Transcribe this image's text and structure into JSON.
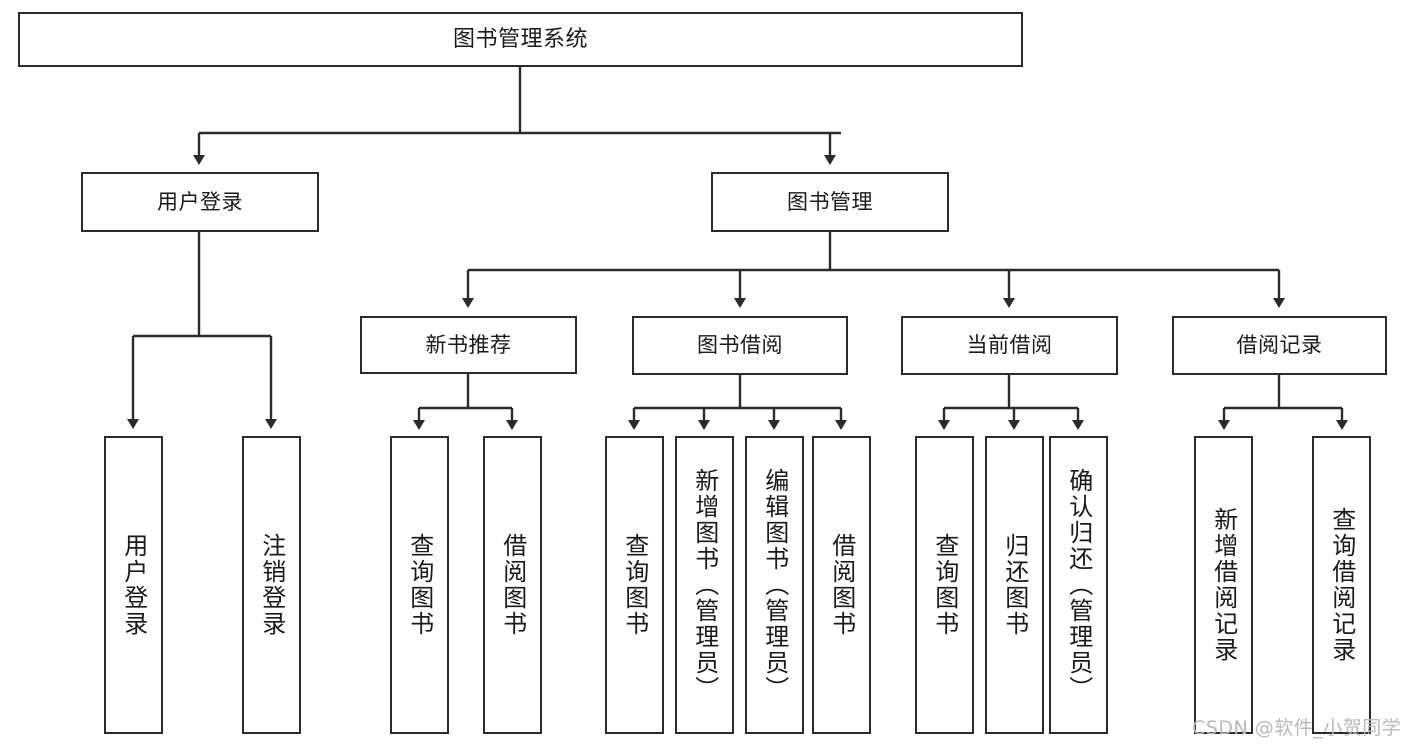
{
  "diagram": {
    "type": "tree-hierarchy",
    "title": "图书管理系统",
    "watermark": "CSDN @软件_小贺同学",
    "colors": {
      "box_border": "#2b2b2b",
      "box_fill": "#ffffff",
      "connector": "#2b2b2b",
      "text": "#1a1a1a",
      "watermark": "#b9b9b9",
      "background": "#ffffff"
    },
    "nodes": {
      "root": {
        "label": "图书管理系统"
      },
      "level1": [
        {
          "label": "用户登录"
        },
        {
          "label": "图书管理"
        }
      ],
      "level2": [
        {
          "label": "新书推荐"
        },
        {
          "label": "图书借阅"
        },
        {
          "label": "当前借阅"
        },
        {
          "label": "借阅记录"
        }
      ],
      "leaves": {
        "user_login": [
          {
            "label": "用户登录"
          },
          {
            "label": "注销登录"
          }
        ],
        "new_book_recommend": [
          {
            "label": "查询图书"
          },
          {
            "label": "借阅图书"
          }
        ],
        "book_borrow": [
          {
            "label": "查询图书"
          },
          {
            "label": "新增图书（管理员）"
          },
          {
            "label": "编辑图书（管理员）"
          },
          {
            "label": "借阅图书"
          }
        ],
        "current_borrow": [
          {
            "label": "查询图书"
          },
          {
            "label": "归还图书"
          },
          {
            "label": "确认归还（管理员）"
          }
        ],
        "borrow_record": [
          {
            "label": "新增借阅记录"
          },
          {
            "label": "查询借阅记录"
          }
        ]
      }
    }
  }
}
